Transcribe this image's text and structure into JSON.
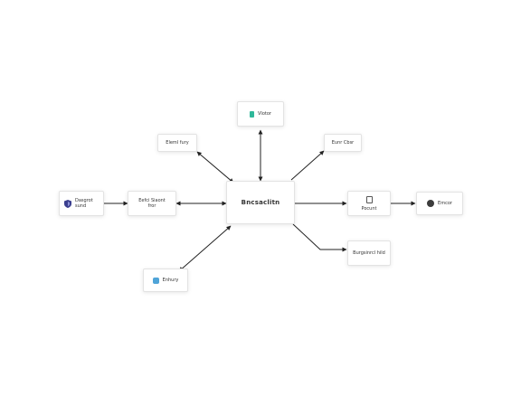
{
  "diagram": {
    "center": {
      "label": "Bncsaclitn"
    },
    "nodes": {
      "left_far": {
        "label": "Dasgrot sund",
        "icon": "shield-icon",
        "accent": "#3b3f8f"
      },
      "left_near": {
        "label": "Eefci Siaont fror"
      },
      "top": {
        "label": "Vlotor",
        "icon": "green-icon",
        "accent": "#2fb89a"
      },
      "top_left": {
        "label": "Eleml fury"
      },
      "top_right": {
        "label": "Eunr Cbsr"
      },
      "right_near": {
        "label": "Pocunt",
        "icon": "document-icon"
      },
      "right_far": {
        "label": "Emcor",
        "icon": "badge-icon",
        "accent": "#3c3c3c"
      },
      "bottom_right": {
        "label": "Burgsinrcl hild"
      },
      "bottom_left": {
        "label": "Enhury",
        "icon": "blue-icon",
        "accent": "#4fa4d8"
      }
    },
    "colors": {
      "edge": "#222222",
      "node_border": "#e3e3e3"
    }
  }
}
